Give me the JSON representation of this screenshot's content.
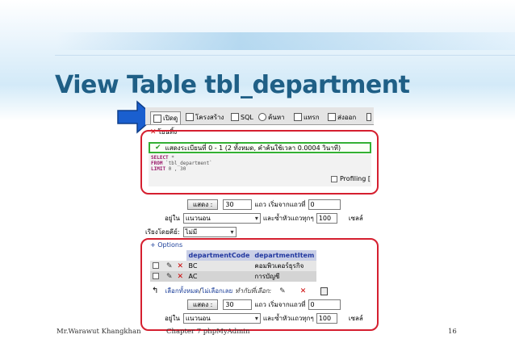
{
  "slide": {
    "title": "View Table tbl_department",
    "footer_author": "Mr.Warawut  Khangkhan",
    "footer_chapter": "Chapter 7 phpMyAdmin",
    "page_number": "16",
    "accent_color": "#1f5f86",
    "highlight_color": "#d51f2f",
    "arrow_color": "#1a5fcf"
  },
  "tabs": [
    {
      "label": "เปิดดู",
      "icon": "browse-icon"
    },
    {
      "label": "โครงสร้าง",
      "icon": "structure-icon"
    },
    {
      "label": "SQL",
      "icon": "sql-icon"
    },
    {
      "label": "ค้นหา",
      "icon": "search-icon"
    },
    {
      "label": "แทรก",
      "icon": "insert-icon"
    },
    {
      "label": "ส่งออก",
      "icon": "export-icon"
    }
  ],
  "delete_link": "โยนทิ้ง",
  "result": {
    "message": "แสดงระเบียนที่ 0 - 1 (2 ทั้งหมด, คำค้นใช้เวลา 0.0004 วินาที)",
    "sql_select": "SELECT",
    "sql_select_arg": " *",
    "sql_from": "FROM",
    "sql_from_arg": " `tbl_department`",
    "sql_limit": "LIMIT",
    "sql_limit_arg": " 0 , 30",
    "profiling_label": "Profiling ["
  },
  "nav_top": {
    "show_button": "แสดง :",
    "rows_value": "30",
    "rows_label": "แถว เริ่มจากแถวที่",
    "start_value": "0",
    "in_label": "อยู่ใน",
    "mode_value": "แนวนอน",
    "repeat_label": "และซ้ำหัวแถวทุกๆ",
    "repeat_value": "100",
    "cells_label": "เซลล์"
  },
  "sort": {
    "label": "เรียงโดยคีย์:",
    "value": "ไม่มี"
  },
  "options_label": "+ Options",
  "table": {
    "headers": [
      "departmentCode",
      "departmentItem"
    ],
    "rows": [
      {
        "code": "BC",
        "item": "คอมพิวเตอร์ธุรกิจ"
      },
      {
        "code": "AC",
        "item": "การบัญชี"
      }
    ]
  },
  "bulk": {
    "select_all": "เลือกทั้งหมด",
    "separator": " / ",
    "deselect_all": "ไม่เลือกเลย",
    "with_selected": "ทำกับที่เลือก:"
  },
  "nav_bottom": {
    "show_button": "แสดง :",
    "rows_value": "30",
    "rows_label": "แถว เริ่มจากแถวที่",
    "start_value": "0",
    "in_label": "อยู่ใน",
    "mode_value": "แนวนอน",
    "repeat_label": "และซ้ำหัวแถวทุกๆ",
    "repeat_value": "100",
    "cells_label": "เซลล์"
  }
}
